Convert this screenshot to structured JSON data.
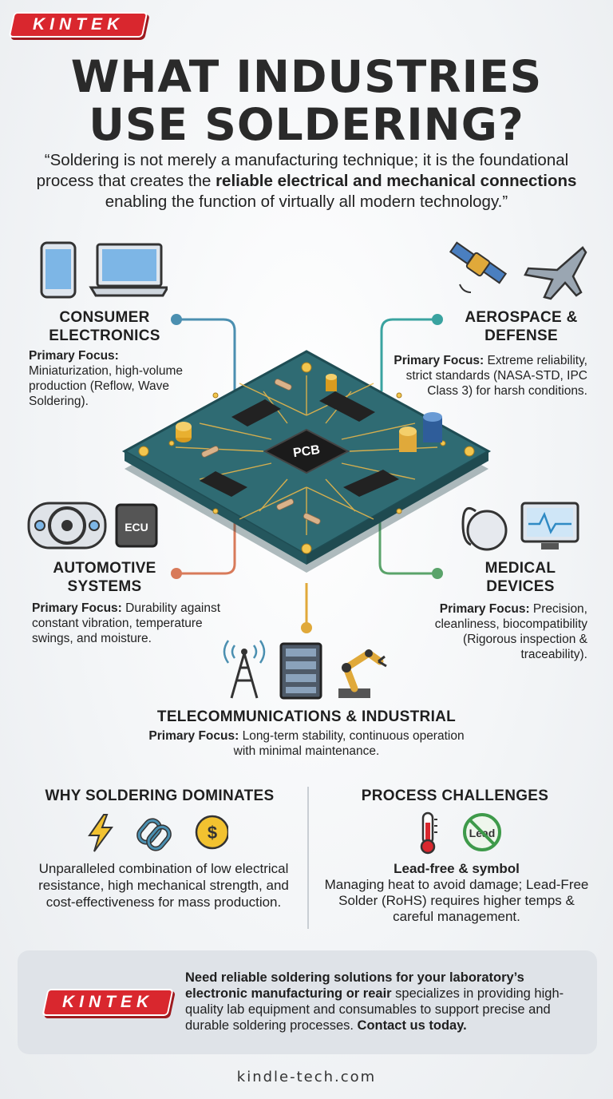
{
  "brand": {
    "logo_text": "KINTEK",
    "colors": {
      "red": "#d9272e",
      "pcb": "#2f6b73",
      "blue": "#4b8fb0",
      "teal": "#3aa3a0",
      "orange": "#d87a5a",
      "green": "#5aa36a",
      "gold": "#e0a93a"
    }
  },
  "title": {
    "line1": "WHAT INDUSTRIES",
    "line2": "USE SOLDERING?"
  },
  "quote": {
    "part1": "“Soldering is not merely a manufacturing technique; it is the foundational process that creates the ",
    "bold": "reliable electrical and mechanical connections",
    "part2": " enabling the function of virtually all modern technology.”"
  },
  "center_chip_label": "PCB",
  "consumer": {
    "heading_l1": "CONSUMER",
    "heading_l2": "ELECTRONICS",
    "focus_label": "Primary Focus:",
    "text": "Miniaturization, high-volume production (Reflow, Wave Soldering).",
    "icons": [
      "smartphone-icon",
      "laptop-icon"
    ]
  },
  "aerospace": {
    "heading_l1": "AEROSPACE &",
    "heading_l2": "DEFENSE",
    "focus_label": "Primary Focus:",
    "text": " Extreme reliability, strict standards (NASA-STD, IPC Class 3) for harsh conditions.",
    "icons": [
      "satellite-icon",
      "jet-icon"
    ]
  },
  "automotive": {
    "heading_l1": "AUTOMOTIVE",
    "heading_l2": "SYSTEMS",
    "focus_label": "Primary Focus:",
    "text": " Durability against constant vibration, temperature swings, and moisture.",
    "icons": [
      "steering-wheel-icon",
      "ecu-icon"
    ],
    "ecu_label": "ECU"
  },
  "medical": {
    "heading_l1": "MEDICAL",
    "heading_l2": "DEVICES",
    "focus_label": "Primary Focus:",
    "text": " Precision, cleanliness, biocompatibility (Rigorous inspection & traceability).",
    "icons": [
      "pacemaker-icon",
      "monitor-icon"
    ]
  },
  "telecom": {
    "heading": "TELECOMMUNICATIONS & INDUSTRIAL",
    "focus_label": "Primary Focus:",
    "text": " Long-term stability, continuous operation with minimal maintenance.",
    "icons": [
      "antenna-tower-icon",
      "server-rack-icon",
      "robot-arm-icon"
    ]
  },
  "why": {
    "heading": "WHY SOLDERING DOMINATES",
    "text": "Unparalleled combination of low electrical resistance, high mechanical strength, and cost-effectiveness for mass production.",
    "icons": [
      "lightning-icon",
      "chain-link-icon",
      "dollar-coin-icon"
    ]
  },
  "challenges": {
    "heading": "PROCESS CHALLENGES",
    "bold": "Lead-free & symbol",
    "text": "Managing heat to avoid damage; Lead-Free Solder (RoHS) requires higher temps & careful management.",
    "icons": [
      "thermometer-icon",
      "no-lead-icon"
    ],
    "lead_label": "Lead"
  },
  "cta": {
    "bold1": "Need reliable soldering solutions for your laboratory’s electronic manufacturing or reair",
    "text": " specializes in providing high-quality lab equipment and consumables to support precise and durable soldering processes. ",
    "bold2": "Contact us today."
  },
  "footer": {
    "url": "kindle-tech.com"
  }
}
